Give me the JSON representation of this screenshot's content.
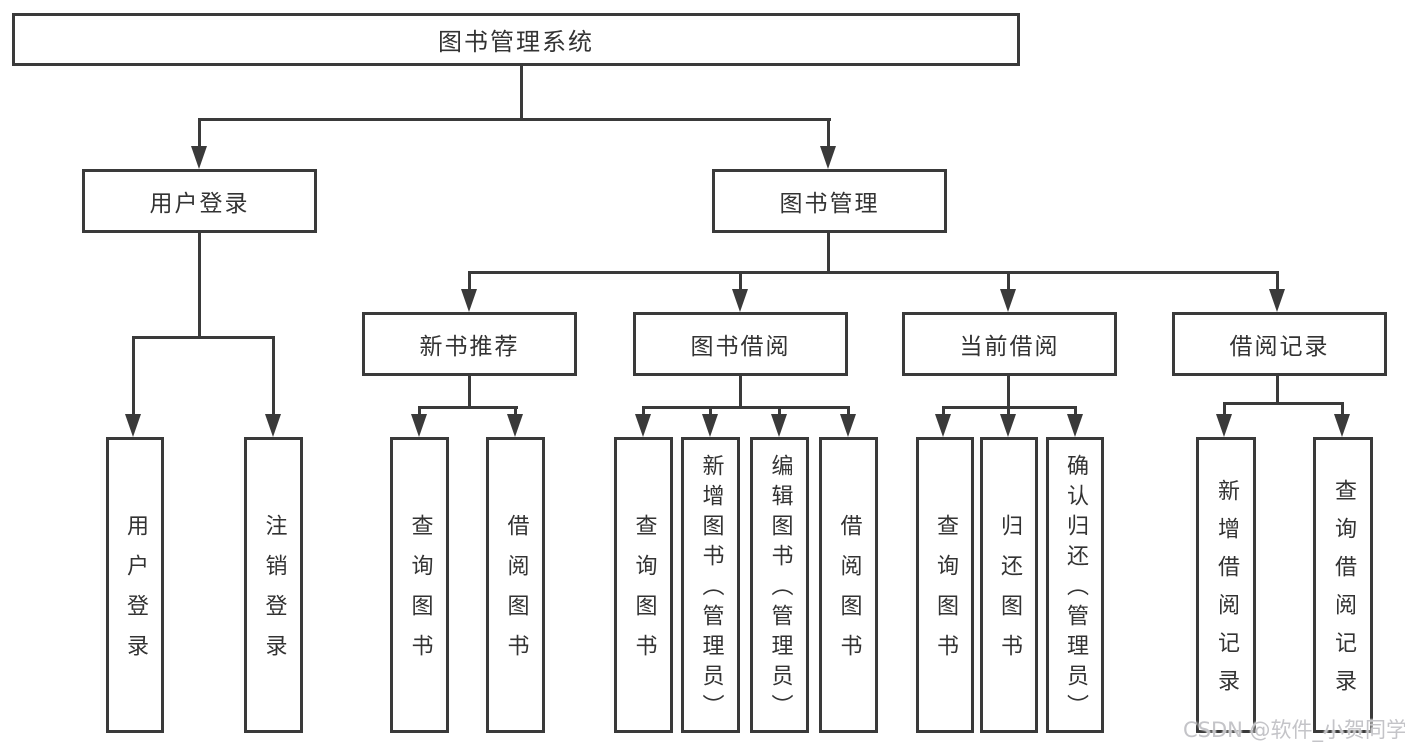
{
  "diagram": {
    "title": "图书管理系统",
    "user_login": {
      "label": "用户登录",
      "children": {
        "login": "用户登录",
        "logout": "注销登录"
      }
    },
    "book_management": {
      "label": "图书管理",
      "new_book_recommend": {
        "label": "新书推荐",
        "children": {
          "query_books": "查询图书",
          "borrow_books": "借阅图书"
        }
      },
      "book_borrow": {
        "label": "图书借阅",
        "children": {
          "query_books": "查询图书",
          "add_books": "新增图书（管理员）",
          "edit_books": "编辑图书（管理员）",
          "borrow_books": "借阅图书"
        }
      },
      "current_borrow": {
        "label": "当前借阅",
        "children": {
          "query_books": "查询图书",
          "return_books": "归还图书",
          "confirm_return": "确认归还（管理员）"
        }
      },
      "borrow_records": {
        "label": "借阅记录",
        "children": {
          "add_record": "新增借阅记录",
          "query_record": "查询借阅记录"
        }
      }
    }
  },
  "watermark": {
    "text": "CSDN @软件_小贺同学"
  },
  "colors": {
    "line": "#3a3a3a",
    "text": "#333333",
    "watermark": "#c4c4c8",
    "background": "#ffffff"
  }
}
